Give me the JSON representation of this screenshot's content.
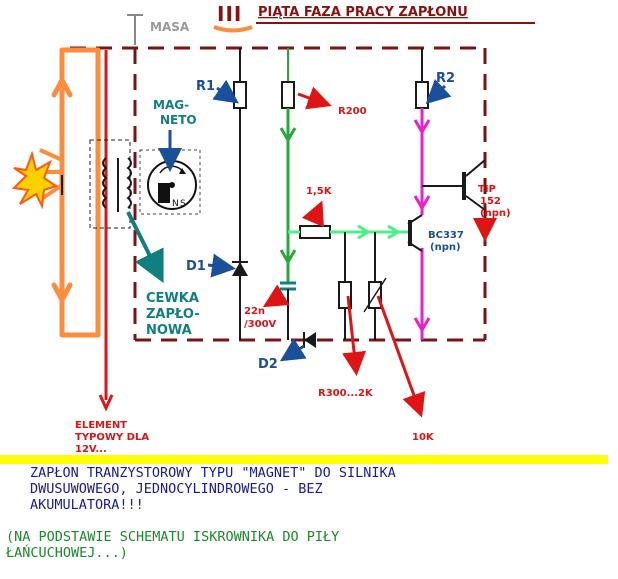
{
  "header": {
    "phase_number": "III",
    "title": "PIĄTA FAZA PRACY ZAPŁONU"
  },
  "labels": {
    "masa": "MASA",
    "r1": "R1",
    "r2": "R2",
    "r200": "R200",
    "magneto": [
      "MAG-",
      "NETO"
    ],
    "r_1_5k": "1,5K",
    "tip152": [
      "TIP",
      "152",
      "(npn)"
    ],
    "bc337": [
      "BC337",
      "(npn)"
    ],
    "d1": "D1",
    "d2": "D2",
    "cewka": [
      "CEWKA",
      "ZAPŁO-",
      "NOWA"
    ],
    "cap22n": [
      "22n",
      "/300V"
    ],
    "r300": "R300...2K",
    "r10k": "10K",
    "element": [
      "ELEMENT",
      "TYPOWY DLA",
      "12V..."
    ]
  },
  "caption": {
    "main": "ZAPŁON TRANZYSTOROWY TYPU \"MAGNET\" DO SILNIKA\nDWUSUWOWEGO, JEDNOCYLINDROWEGO - BEZ\nAKUMULATORA!!!",
    "note": "(NA PODSTAWIE SCHEMATU ISKROWNIKA DO PIŁY\nŁAŃCUCHOWEJ...)"
  },
  "colors": {
    "frame": "#7a1414",
    "orange": "#ff8c3c",
    "red": "#e01414",
    "blue": "#1a4f9a",
    "teal": "#0f7f7f",
    "green": "#27a83a",
    "light_green": "#4cf08a",
    "magenta": "#ee1fc8",
    "yellow": "#ffff00"
  }
}
